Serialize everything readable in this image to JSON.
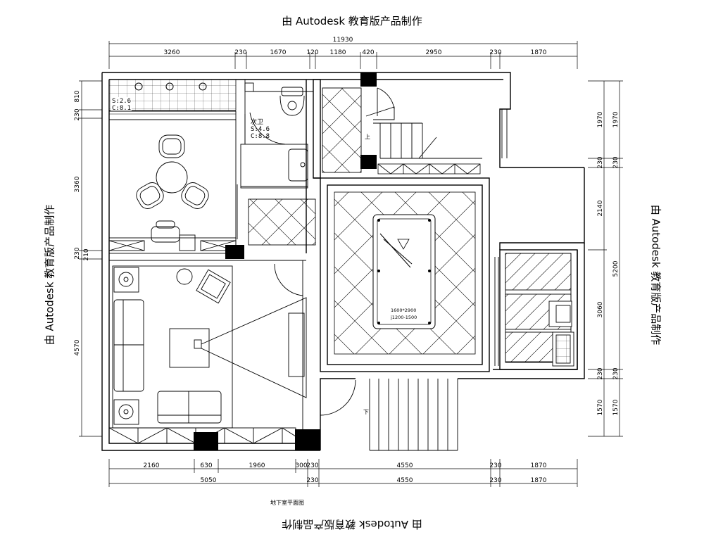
{
  "watermarks": {
    "top": "由 Autodesk 教育版产品制作",
    "bottom": "由 Autodesk 教育版产品制作",
    "left": "由 Autodesk 教育版产品制作",
    "right": "由 Autodesk 教育版产品制作"
  },
  "plan_title": "地下室平面图",
  "dimensions": {
    "top_total": "11930",
    "top_row": [
      "3260",
      "230",
      "1670",
      "120",
      "1180",
      "420",
      "2950",
      "230",
      "1870"
    ],
    "bottom_row1": [
      "2160",
      "630",
      "1960",
      "300",
      "230",
      "4550",
      "230",
      "1870"
    ],
    "bottom_row2": [
      "5050",
      "230",
      "4550",
      "230",
      "1870"
    ],
    "left_col": [
      "810",
      "230",
      "3360",
      "230",
      "210",
      "4570"
    ],
    "right_inner": [
      "1970",
      "230",
      "2140",
      "3060",
      "230",
      "1570"
    ],
    "right_outer": [
      "1970",
      "230",
      "5200",
      "230",
      "1570"
    ]
  },
  "rooms": {
    "bath_top": {
      "s": "S:2.6",
      "c": "C:8.1"
    },
    "secondary_bath": {
      "name": "次卫",
      "s": "S:4.6",
      "c": "C:8.8"
    }
  },
  "billiard": {
    "size": "1600*2900",
    "range": "j1200-1500"
  },
  "stair_up": "上",
  "stair_down": "下"
}
